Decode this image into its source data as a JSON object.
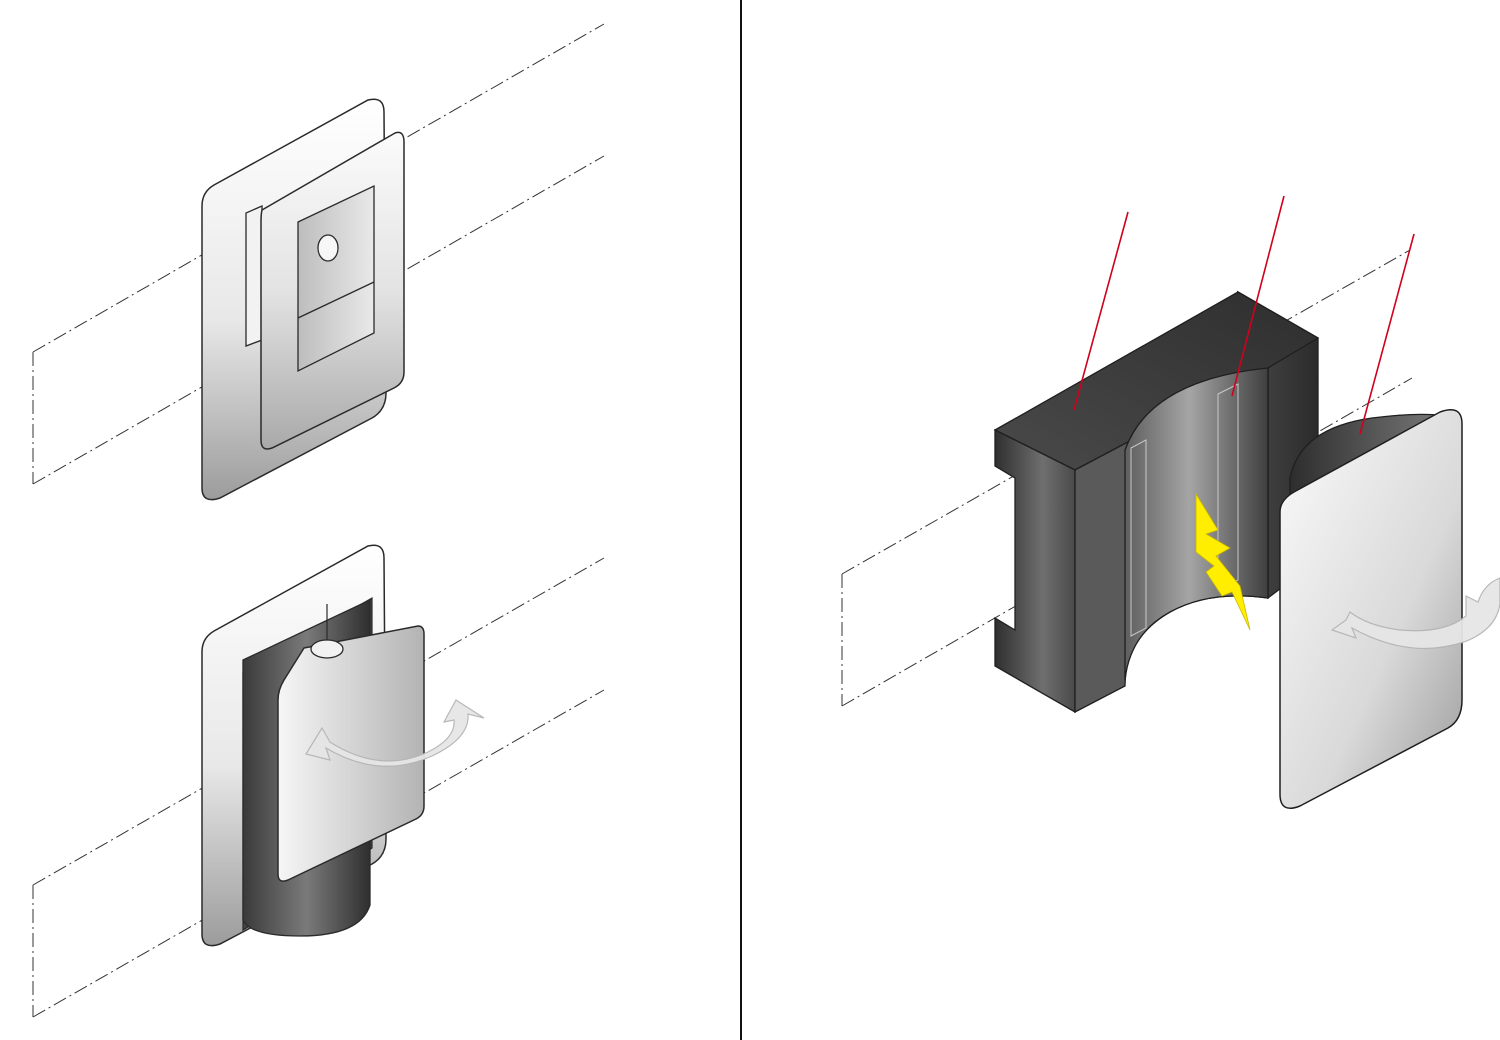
{
  "diagram": {
    "colors": {
      "background": "#ffffff",
      "outline": "#2a2a2a",
      "divider": "#111111",
      "centerline": "#333333",
      "leader": "#d0021b",
      "spark": "#ffee00",
      "metal_light": "#f4f4f4",
      "metal_mid": "#c4c4c4",
      "metal_dark": "#8a8a8a",
      "magnet_light": "#9a9a9a",
      "magnet_dark": "#3c3c3c",
      "arrow": "#e2e2e2"
    },
    "panels": [
      {
        "id": "left",
        "views": [
          "plate-assembly-front",
          "plate-assembly-rotated"
        ]
      },
      {
        "id": "right",
        "views": [
          "magnet-core",
          "rotating-armature"
        ]
      }
    ],
    "callouts": {
      "leader_count": 3,
      "labels": []
    }
  }
}
